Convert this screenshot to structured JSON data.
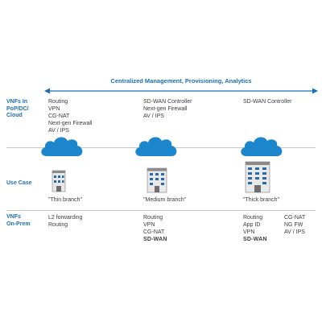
{
  "header": {
    "title": "Centralized Management, Provisioning, Analytics"
  },
  "rows": {
    "vnfs_cloud": [
      "VNFs In",
      "PoP/DC/",
      "Cloud"
    ],
    "use_case": "Use Case",
    "vnfs_onprem": [
      "VNFs",
      "On-Prem"
    ]
  },
  "columns": [
    {
      "cloud_vnfs": [
        "Routing",
        "VPN",
        "CG-NAT",
        "Next-gen Firewall",
        "AV / IPS"
      ],
      "branch_label": "\"Thin branch\"",
      "onprem_vnfs": [
        "L2 forwarding",
        "Routing"
      ]
    },
    {
      "cloud_vnfs": [
        "SD-WAN Controller",
        "Next-gen Firewall",
        "AV / IPS"
      ],
      "branch_label": "\"Medium branch\"",
      "onprem_vnfs": [
        "Routing",
        "VPN",
        "CG-NAT",
        "SD-WAN"
      ]
    },
    {
      "cloud_vnfs": [
        "SD-WAN Controller"
      ],
      "branch_label": "\"Thick branch\"",
      "onprem_vnfs_left": [
        "Routing",
        "App ID",
        "VPN",
        "SD-WAN"
      ],
      "onprem_vnfs_right": [
        "CG-NAT",
        "NG FW",
        "AV / IPS"
      ]
    }
  ],
  "colors": {
    "accent": "#1b6fb5",
    "cloud": "#1c86cc",
    "line": "#c9c9c9"
  },
  "icons": {
    "cloud": "cloud-icon",
    "server": "server-building-icon"
  }
}
